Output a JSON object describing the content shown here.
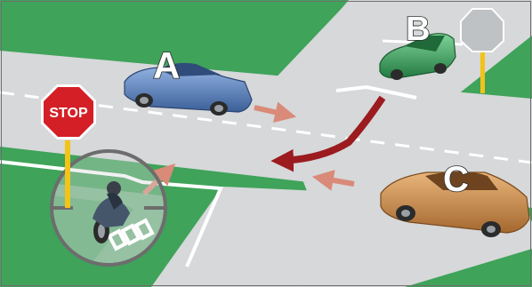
{
  "labels": {
    "car_a": "A",
    "car_b": "B",
    "car_c": "C",
    "stop_sign": "STOP"
  },
  "colors": {
    "grass": "#3fa35a",
    "road": "#d6d8d9",
    "lane_marking": "#ffffff",
    "car_a": "#4f79b8",
    "car_b": "#2f9a52",
    "car_c": "#c78a4a",
    "stop_red": "#d41f26",
    "sign_post": "#f2c318",
    "arrow_light": "#d98a78",
    "arrow_dark": "#9b1b1f"
  },
  "icons": [
    "stop-sign-icon",
    "yield-sign-back-icon",
    "motorcycle-icon",
    "arrow-icon"
  ]
}
